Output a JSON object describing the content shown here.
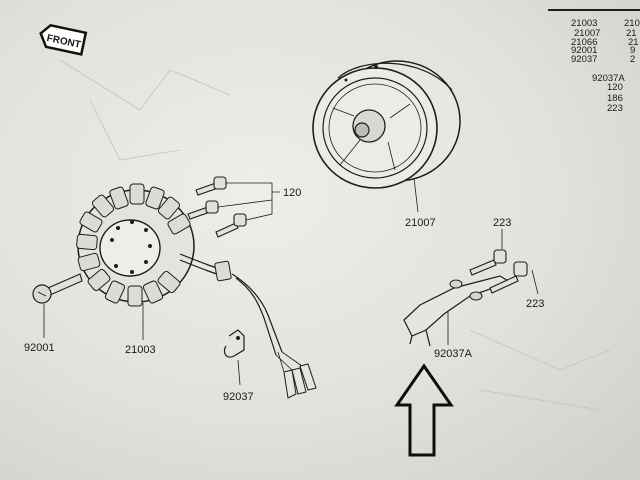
{
  "front_badge": "FRONT",
  "labels": {
    "flywheel": "21007",
    "stator": "21003",
    "bolt": "92001",
    "clamp": "92037",
    "screws": "120",
    "plate": "92037A",
    "screw_a": "223",
    "screw_b": "223"
  },
  "table": {
    "col1": [
      "21003",
      "21007",
      "21066",
      "92001",
      "92037",
      "92037A",
      "120",
      "186",
      "223"
    ],
    "col2": [
      "210",
      "21",
      "21",
      "9",
      "2"
    ]
  }
}
